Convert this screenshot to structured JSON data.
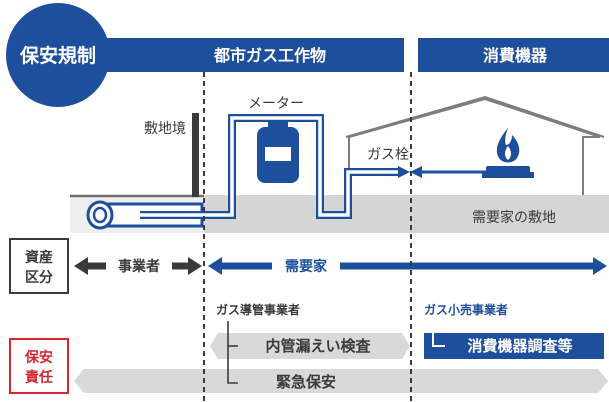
{
  "title_badge": "保安規制",
  "headers": {
    "gas_facilities": "都市ガス工作物",
    "consumer_equipment": "消費機器"
  },
  "labels": {
    "property_boundary": "敷地境",
    "meter": "メーター",
    "gas_cock": "ガス栓",
    "consumer_premises": "需要家の敷地"
  },
  "asset_division": {
    "label_line1": "資産",
    "label_line2": "区分",
    "operator": "事業者",
    "consumer": "需要家"
  },
  "safety_responsibility": {
    "label_line1": "保安",
    "label_line2": "責任",
    "pipeline_operator": "ガス導管事業者",
    "retail_operator": "ガス小売事業者",
    "indoor_leak_inspection": "内管漏えい検査",
    "emergency_safety": "緊急保安",
    "equipment_survey": "消費機器調査等"
  },
  "colors": {
    "blue": "#1e4f9c",
    "red": "#d7262e",
    "dark_gray": "#3a3a3a",
    "mid_gray": "#9b9b9b",
    "light_gray": "#d9d9d9",
    "flame_orange": "#f39800"
  }
}
